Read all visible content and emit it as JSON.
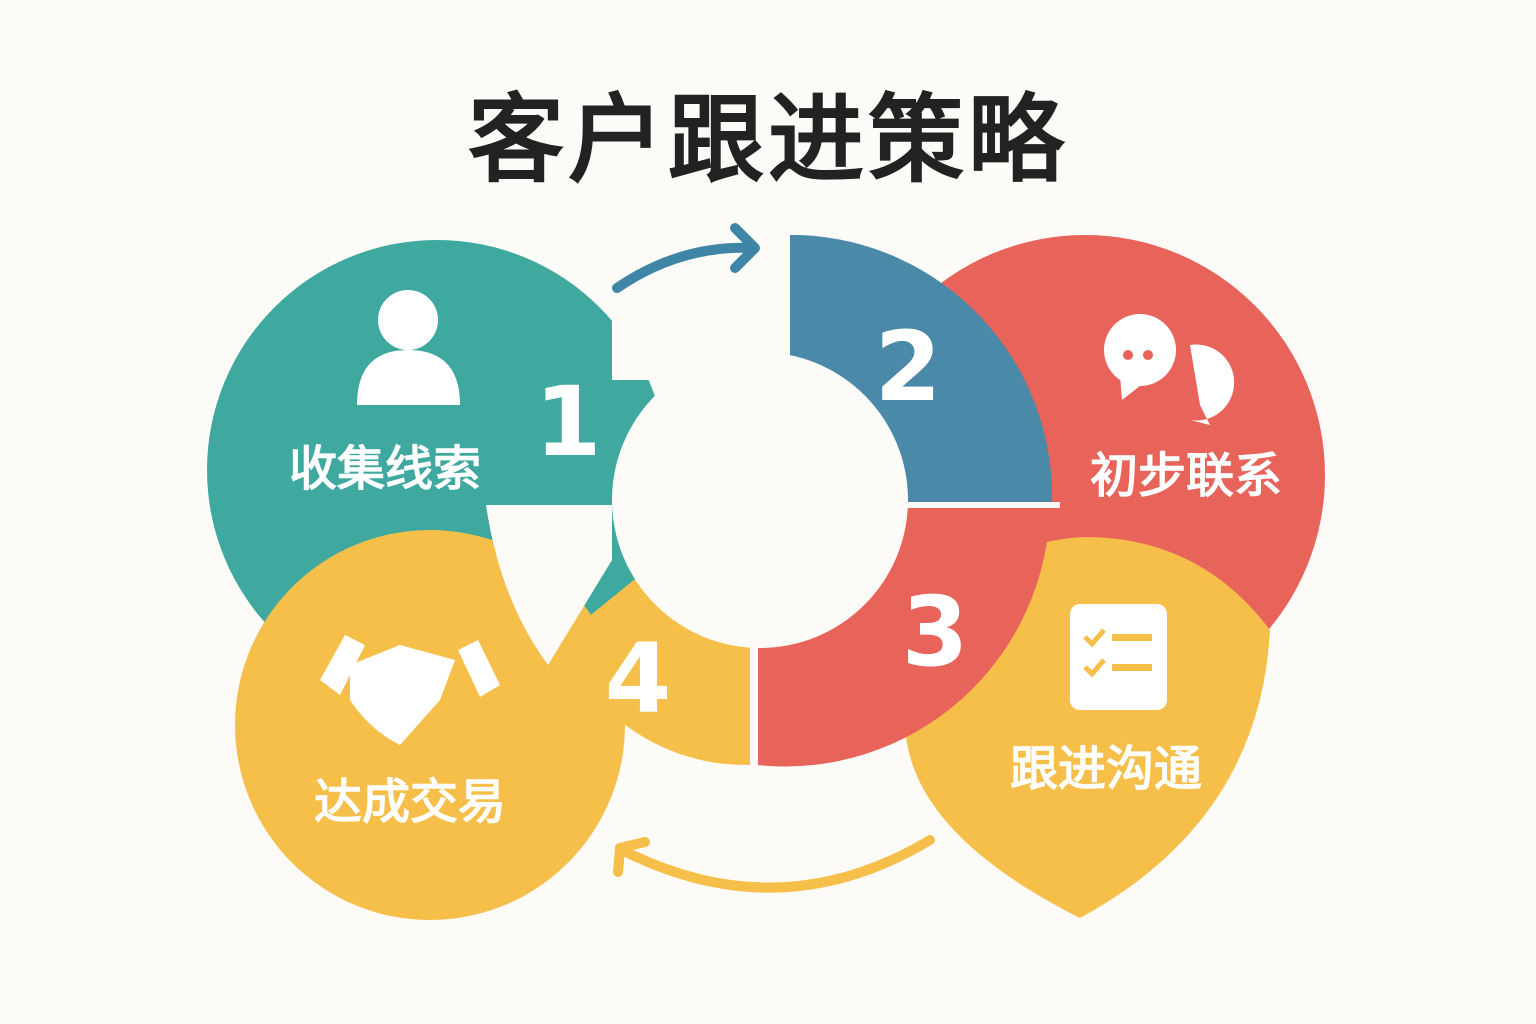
{
  "title": "客户跟进策略",
  "steps": [
    {
      "number": "1",
      "label": "收集线索",
      "icon": "person-icon",
      "color": "#3fa9a0"
    },
    {
      "number": "2",
      "label": "初步联系",
      "icon": "chat-bubbles-icon",
      "color": "#4a8aa8"
    },
    {
      "number": "3",
      "label": "跟进沟通",
      "icon": "checklist-icon",
      "color": "#e8635a"
    },
    {
      "number": "4",
      "label": "达成交易",
      "icon": "handshake-icon",
      "color": "#f6bf4a"
    }
  ],
  "colors": {
    "red": "#e8635a",
    "yellow": "#f6bf4a",
    "background": "#fcfbf8"
  }
}
